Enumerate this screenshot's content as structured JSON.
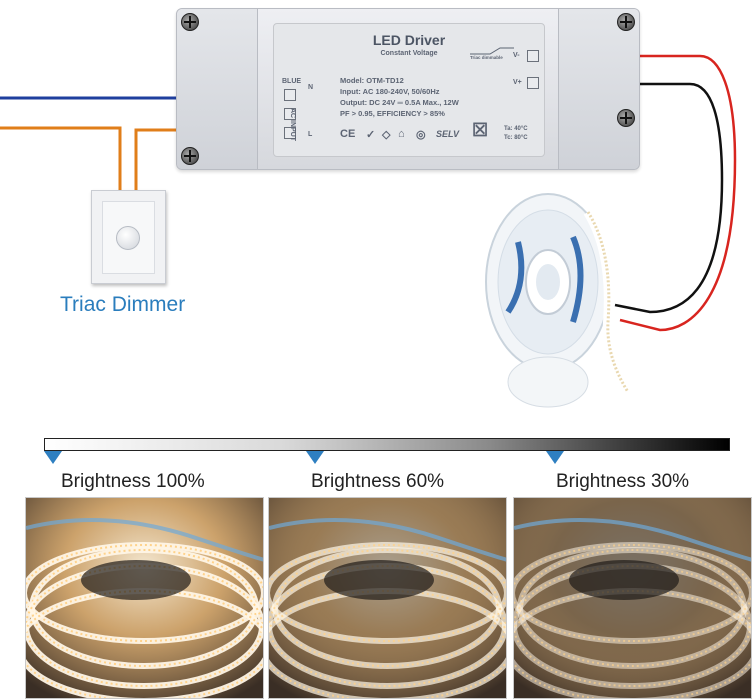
{
  "driver": {
    "title": "LED Driver",
    "subtitle": "Constant Voltage",
    "specs": [
      "Model: OTM-TD12",
      "Input: AC 180-240V, 50/60Hz",
      "Output: DC 24V ═ 0.5A Max., 12W",
      "PF > 0.95, EFFICIENCY > 85%"
    ],
    "input_terminals": {
      "blue": "BLUE",
      "n": "N",
      "ac_input": "AC INPUT",
      "l": "L"
    },
    "output_terminals": {
      "v_minus": "V-",
      "v_plus": "V+"
    },
    "certs": [
      "CE",
      "✓",
      "◇",
      "⌂",
      "◎",
      "SELV",
      "☒"
    ],
    "graph_label": "Triac dimmable",
    "temps": [
      "Ta: 40°C",
      "Tc: 80°C"
    ]
  },
  "dimmer": {
    "caption": "Triac Dimmer"
  },
  "brightness": [
    {
      "label": "Brightness 100%",
      "level": 1.0
    },
    {
      "label": "Brightness 60%",
      "level": 0.6
    },
    {
      "label": "Brightness 30%",
      "level": 0.3
    }
  ],
  "colors": {
    "wire_blue": "#1f3f9e",
    "wire_orange": "#e07e1a",
    "wire_red": "#d8251f",
    "wire_black": "#111111",
    "accent": "#2e7fc1",
    "warm_light": "#f6d6a0"
  }
}
